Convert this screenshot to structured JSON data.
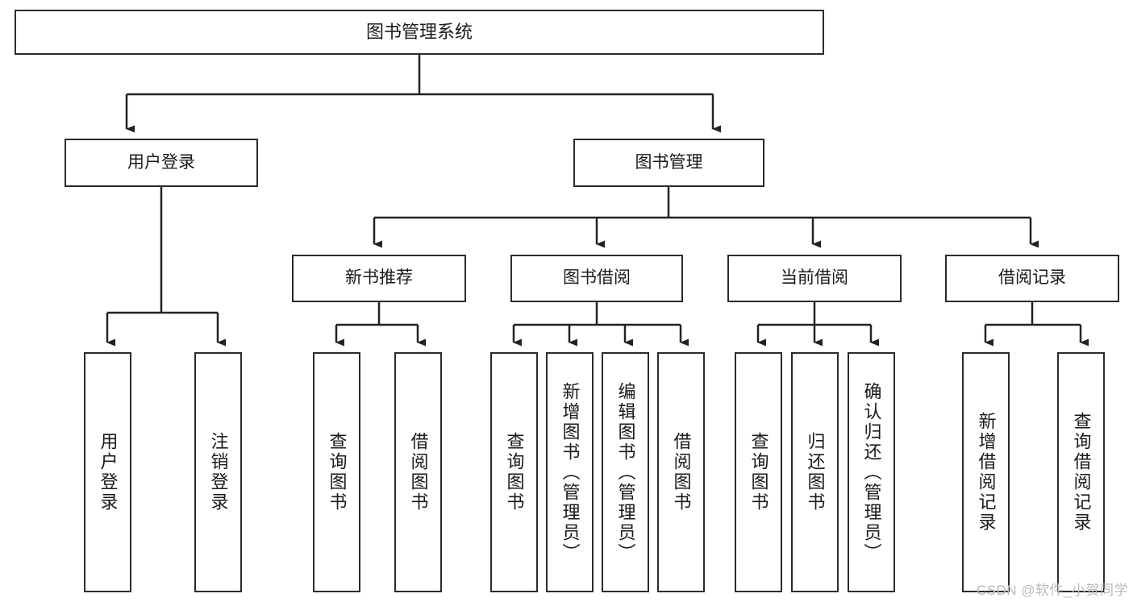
{
  "diagram": {
    "type": "tree",
    "title_node": "图书管理系统",
    "watermark": "CSDN @软件_小贺同学",
    "colors": {
      "box_border": "#2b2b2b",
      "box_fill": "#ffffff",
      "connector": "#222222",
      "text": "#1a1a1a",
      "watermark": "#b9b9b9",
      "background": "#ffffff"
    },
    "nodes": {
      "root": {
        "label": "图书管理系统"
      },
      "level2": [
        {
          "id": "user-login",
          "label": "用户登录"
        },
        {
          "id": "book-manage",
          "label": "图书管理"
        }
      ],
      "level3": [
        {
          "id": "new-book-rec",
          "label": "新书推荐"
        },
        {
          "id": "book-borrow",
          "label": "图书借阅"
        },
        {
          "id": "current-borrow",
          "label": "当前借阅"
        },
        {
          "id": "borrow-record",
          "label": "借阅记录"
        }
      ],
      "leaves": {
        "user_login": [
          {
            "id": "leaf-user-login",
            "label": "用户登录"
          },
          {
            "id": "leaf-logout",
            "label": "注销登录"
          }
        ],
        "new_book_rec": [
          {
            "id": "leaf-query-book-1",
            "label": "查询图书"
          },
          {
            "id": "leaf-borrow-book-1",
            "label": "借阅图书"
          }
        ],
        "book_borrow": [
          {
            "id": "leaf-query-book-2",
            "label": "查询图书"
          },
          {
            "id": "leaf-add-book",
            "label": "新增图书（管理员）"
          },
          {
            "id": "leaf-edit-book",
            "label": "编辑图书（管理员）"
          },
          {
            "id": "leaf-borrow-book-2",
            "label": "借阅图书"
          }
        ],
        "current_borrow": [
          {
            "id": "leaf-query-book-3",
            "label": "查询图书"
          },
          {
            "id": "leaf-return-book",
            "label": "归还图书"
          },
          {
            "id": "leaf-confirm-return",
            "label": "确认归还（管理员）"
          }
        ],
        "borrow_record": [
          {
            "id": "leaf-add-record",
            "label": "新增借阅记录"
          },
          {
            "id": "leaf-query-record",
            "label": "查询借阅记录"
          }
        ]
      }
    }
  }
}
